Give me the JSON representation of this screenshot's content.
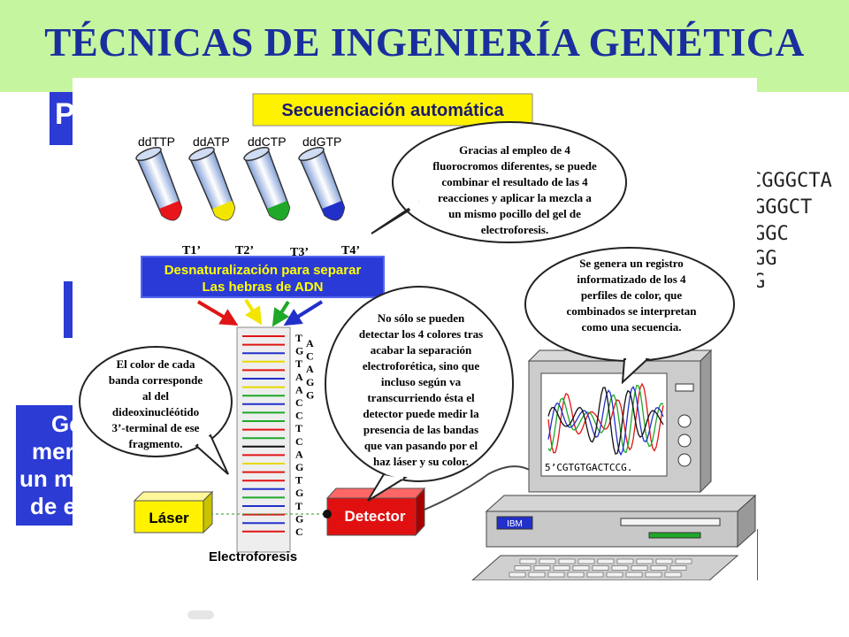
{
  "slide": {
    "title": "TÉCNICAS DE INGENIERÍA GENÉTICA"
  },
  "background": {
    "fragments": [
      "P",
      "Ge",
      "mer",
      "un mi",
      "de e"
    ],
    "sequences": [
      "CGGGCTA",
      "GGGCT",
      "GGC",
      "GG",
      "G"
    ]
  },
  "diagram": {
    "heading": "Secuenciación automática",
    "tubes": [
      {
        "label": "ddTTP",
        "tag": "T1’",
        "color": "#e8151b"
      },
      {
        "label": "ddATP",
        "tag": "T2’",
        "color": "#f2e600"
      },
      {
        "label": "ddCTP",
        "tag": "T3’",
        "color": "#1fa82a"
      },
      {
        "label": "ddGTP",
        "tag": "T4’",
        "color": "#2230c9"
      }
    ],
    "denat_box": [
      "Desnaturalización para separar",
      "Las hebras de ADN"
    ],
    "bubbles": {
      "fluoro": [
        "Gracias al empleo de 4",
        "fluorocromos diferentes, se puede",
        "combinar el resultado de las 4",
        "reacciones y aplicar la mezcla a",
        "un mismo pocillo del gel de",
        "electroforesis."
      ],
      "registro": [
        "Se genera un registro",
        "informatizado de los 4",
        "perfiles de color, que",
        "combinados se interpretan",
        "como una secuencia."
      ],
      "detector": [
        "No sólo se pueden",
        "detectar los 4 colores tras",
        "acabar la separación",
        "electroforética, sino que",
        "incluso según va",
        "transcurriendo ésta el",
        "detector puede medir la",
        "presencia de las bandas",
        "que van pasando por el",
        "haz láser y su color."
      ],
      "banda": [
        "El color de cada",
        "banda corresponde",
        "al del",
        "dideoxinucléótido",
        "3’-terminal de ese",
        "fragmento."
      ]
    },
    "gel_letters_left": [
      "T",
      "G",
      "T",
      "A",
      "A",
      "C",
      "C",
      "T",
      "C",
      "A",
      "G",
      "T",
      "G",
      "T",
      "G",
      "C"
    ],
    "gel_letters_right": [
      "A",
      "C",
      "A",
      "G",
      "G"
    ],
    "band_colors": [
      "#e01515",
      "#e01515",
      "#2230c9",
      "#e8d800",
      "#e01515",
      "#2230c9",
      "#e8d800",
      "#1fa82a",
      "#2230c9",
      "#1fa82a",
      "#1fa82a",
      "#e01515",
      "#1fa82a",
      "#111111",
      "#e01515",
      "#e8d800",
      "#e01515",
      "#e01515",
      "#2230c9",
      "#1fa82a",
      "#2230c9",
      "#e01515",
      "#2230c9",
      "#e01515"
    ],
    "laser_label": "Láser",
    "detector_label": "Detector",
    "gel_caption": "Electroforesis",
    "monitor_sequence": "5’CGTGTGACTCCG.",
    "computer_brand": "IBM"
  }
}
